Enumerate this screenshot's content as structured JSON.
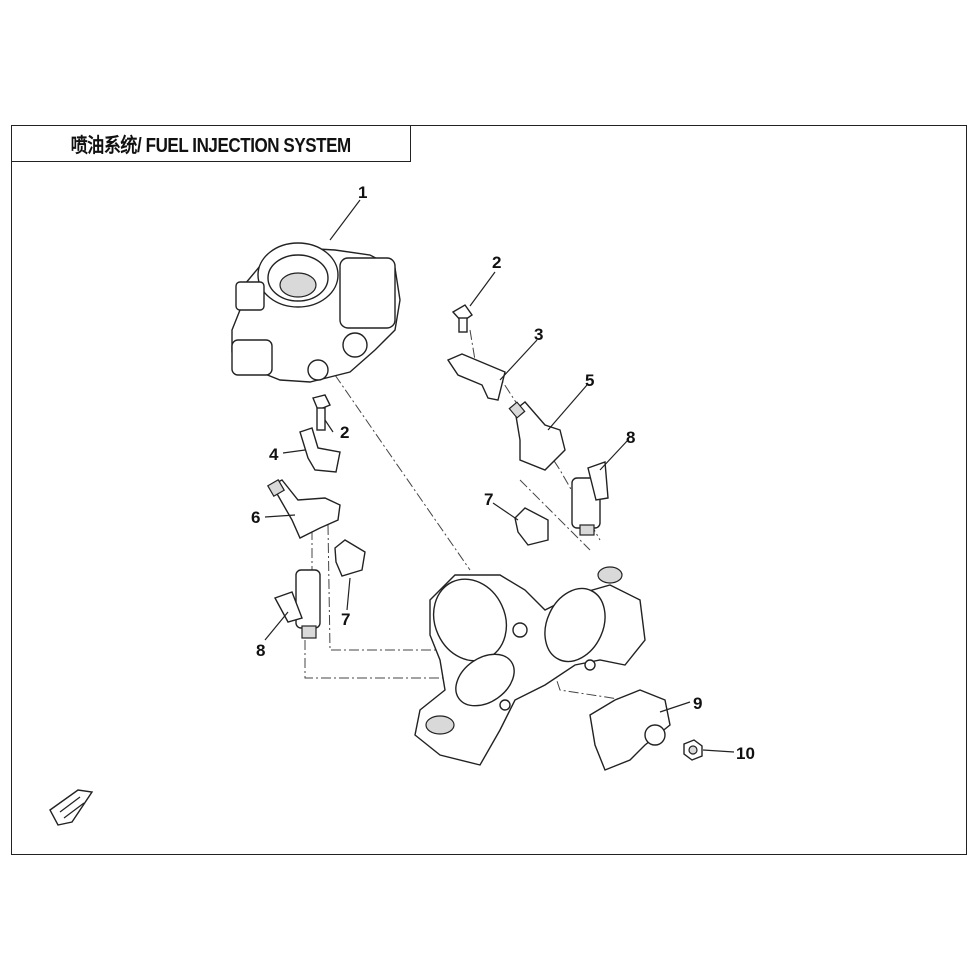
{
  "header": {
    "title": "喷油系统/ FUEL INJECTION SYSTEM"
  },
  "callouts": {
    "c1": "1",
    "c2a": "2",
    "c2b": "2",
    "c3": "3",
    "c4": "4",
    "c5": "5",
    "c6": "6",
    "c7a": "7",
    "c7b": "7",
    "c8a": "8",
    "c8b": "8",
    "c9": "9",
    "c10": "10"
  },
  "front_badge": {
    "icon": "front-direction-arrow-icon"
  }
}
